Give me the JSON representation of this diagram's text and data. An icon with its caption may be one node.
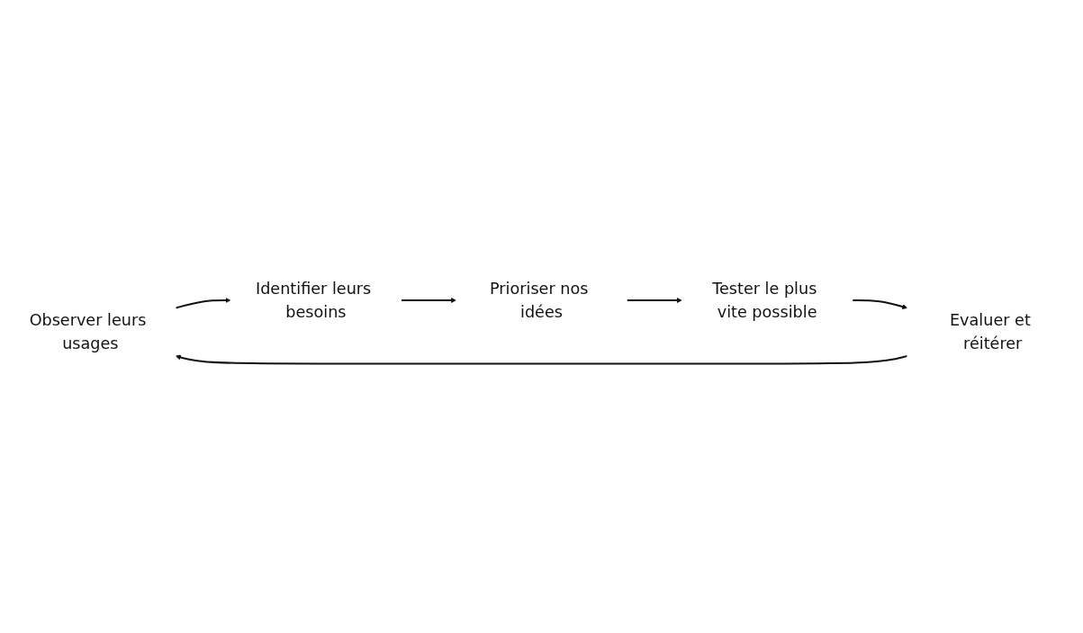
{
  "diagram": {
    "nodes": [
      {
        "text": [
          "Observer leurs usages"
        ]
      },
      {
        "text": [
          "Identifier leurs besoins"
        ]
      },
      {
        "text": [
          "Prioriser nos idées"
        ]
      },
      {
        "text": [
          "Tester le plus vite possible"
        ]
      },
      {
        "text": [
          "Evaluer et réitérer"
        ]
      }
    ],
    "edges": [
      {
        "from": 0,
        "to": 1,
        "arrow": "to"
      },
      {
        "from": 1,
        "to": 2,
        "arrow": "to"
      },
      {
        "from": 2,
        "to": 3,
        "arrow": "to"
      },
      {
        "from": 3,
        "to": 4,
        "arrow": "to"
      },
      {
        "from": 4,
        "to": 0,
        "arrow": "to"
      }
    ]
  }
}
